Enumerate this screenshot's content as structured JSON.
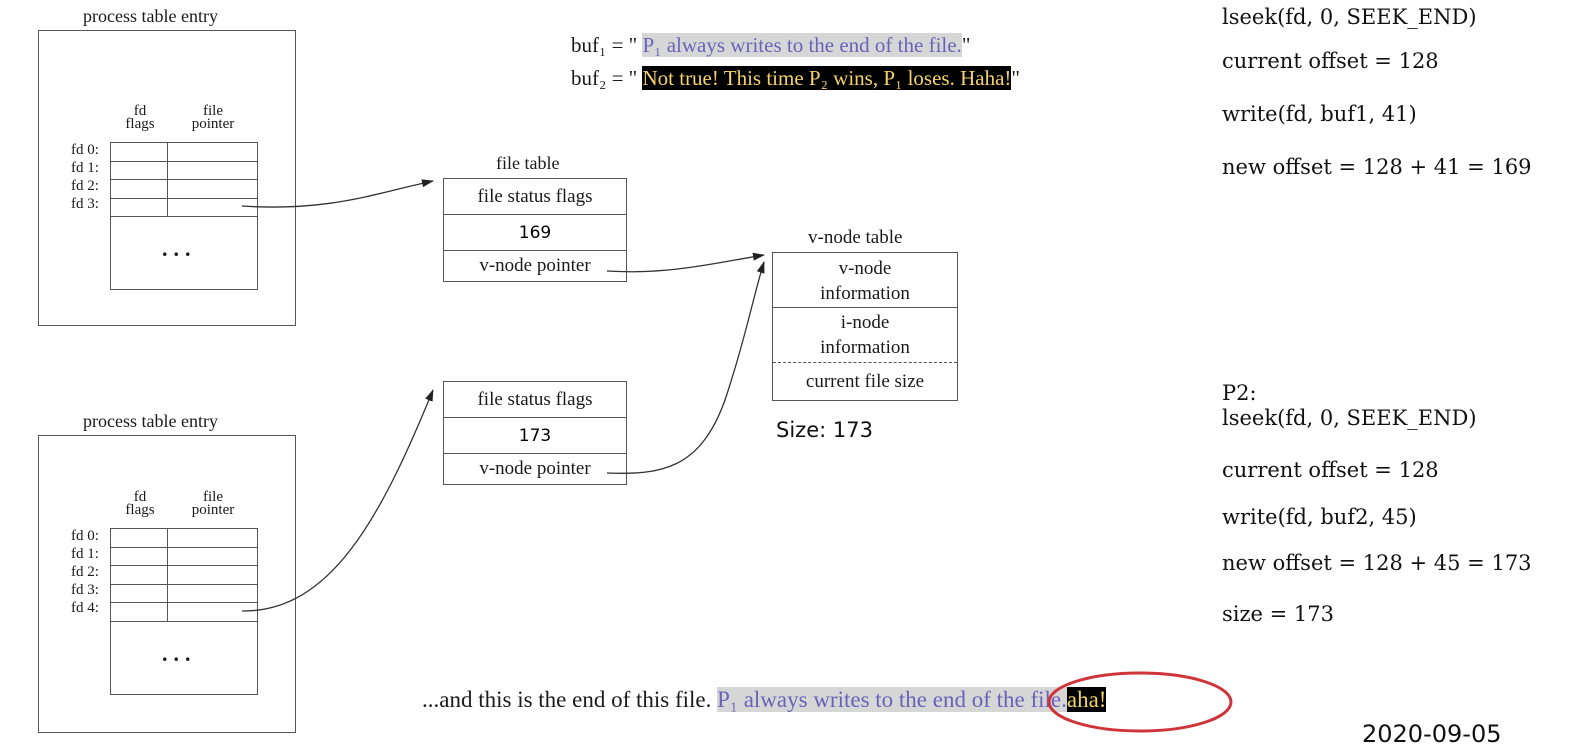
{
  "process_table_title": "process table entry",
  "fd_header_flags": "fd\nflags",
  "fd_header_pointer": "file\npointer",
  "proc1_fds": [
    "fd 0:",
    "fd 1:",
    "fd 2:",
    "fd 3:"
  ],
  "proc2_fds": [
    "fd 0:",
    "fd 1:",
    "fd 2:",
    "fd 3:",
    "fd 4:"
  ],
  "dots": "...",
  "file_table_title": "file table",
  "file_table_1": {
    "flags": "file status flags",
    "offset": "169",
    "vnode": "v-node pointer"
  },
  "file_table_2": {
    "flags": "file status flags",
    "offset": "173",
    "vnode": "v-node pointer"
  },
  "vnode_table": {
    "title": "v-node table",
    "vnode_info": "v-node information",
    "inode_info": "i-node information",
    "file_size": "current file size",
    "size_label": "Size: 173"
  },
  "buffers": {
    "buf1_label": "buf₁ = \" ",
    "buf1_text": "P₁ always writes to the end of the file.",
    "buf1_close": "\"",
    "buf2_label": "buf₂ = \" ",
    "buf2_text": "Not true! This time P₂ wins, P₁ loses. Haha!",
    "buf2_close": "\""
  },
  "p1_steps": [
    "lseek(fd, 0, SEEK_END)",
    "current offset = 128",
    "write(fd, buf1, 41)",
    "new offset = 128 + 41 = 169"
  ],
  "p2_label": "P2:",
  "p2_steps": [
    "lseek(fd, 0, SEEK_END)",
    "current offset = 128",
    "write(fd, buf2, 45)",
    "new offset = 128 + 45 = 173",
    "size = 173"
  ],
  "file_contents": {
    "prefix": "...and this is the end of this file. ",
    "p1_part": "P₁ always writes to the end of the file.",
    "p2_part": "aha!"
  },
  "date_partial": "2020-09-05",
  "colors": {
    "highlight_gray": "#d6d6d6",
    "purple_text": "#6b62b8",
    "yellow_text": "#f5d36a",
    "circle": "#d0343b"
  }
}
